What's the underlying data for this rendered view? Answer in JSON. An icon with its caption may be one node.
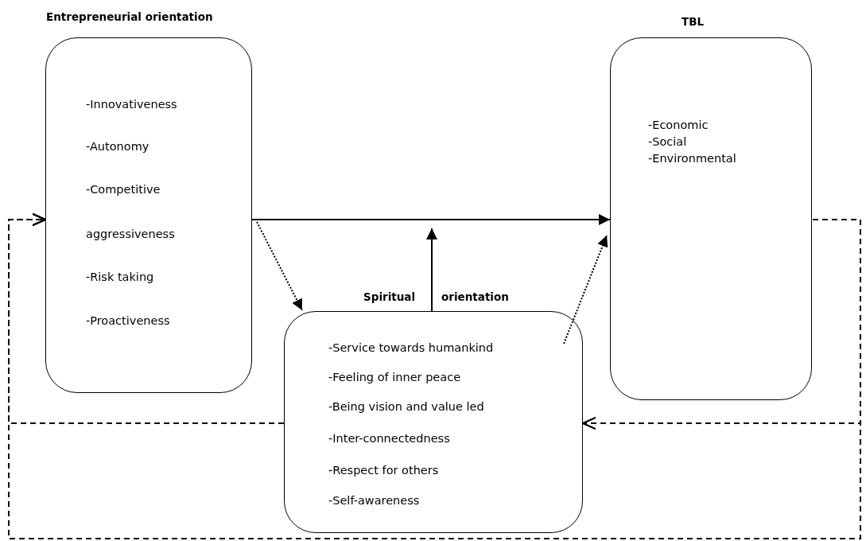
{
  "diagram": {
    "nodes": [
      {
        "text": [
          "Entrepreneurial orientation",
          "-Innovativeness",
          "-Autonomy",
          "-Competitive",
          "aggressiveness",
          "-Risk taking",
          "-Proactiveness"
        ]
      },
      {
        "text": [
          "TBL",
          "-Economic",
          "-Social",
          "-Environmental"
        ]
      },
      {
        "text": [
          "Spiritual",
          "orientation",
          "-Service towards humankind",
          "-Feeling of inner peace",
          "-Being vision and value led",
          "-Inter-connectedness",
          "-Respect for others",
          "-Self-awareness"
        ]
      }
    ],
    "edges": [
      {
        "from": 0,
        "to": 1,
        "arrow": "to"
      },
      {
        "from": 0,
        "to": 2,
        "arrow": "to",
        "style": "dashed"
      },
      {
        "from": 2,
        "to": 1,
        "arrow": "to",
        "style": "dashed"
      },
      {
        "from": 2,
        "to": null,
        "arrow": "to"
      },
      {
        "from": 2,
        "to": 0,
        "arrow": "to",
        "style": "dashed"
      },
      {
        "from": 1,
        "to": 2,
        "arrow": "to",
        "style": "dashed"
      },
      {
        "from": 1,
        "to": 0,
        "arrow": "to",
        "style": "dashed"
      }
    ]
  }
}
